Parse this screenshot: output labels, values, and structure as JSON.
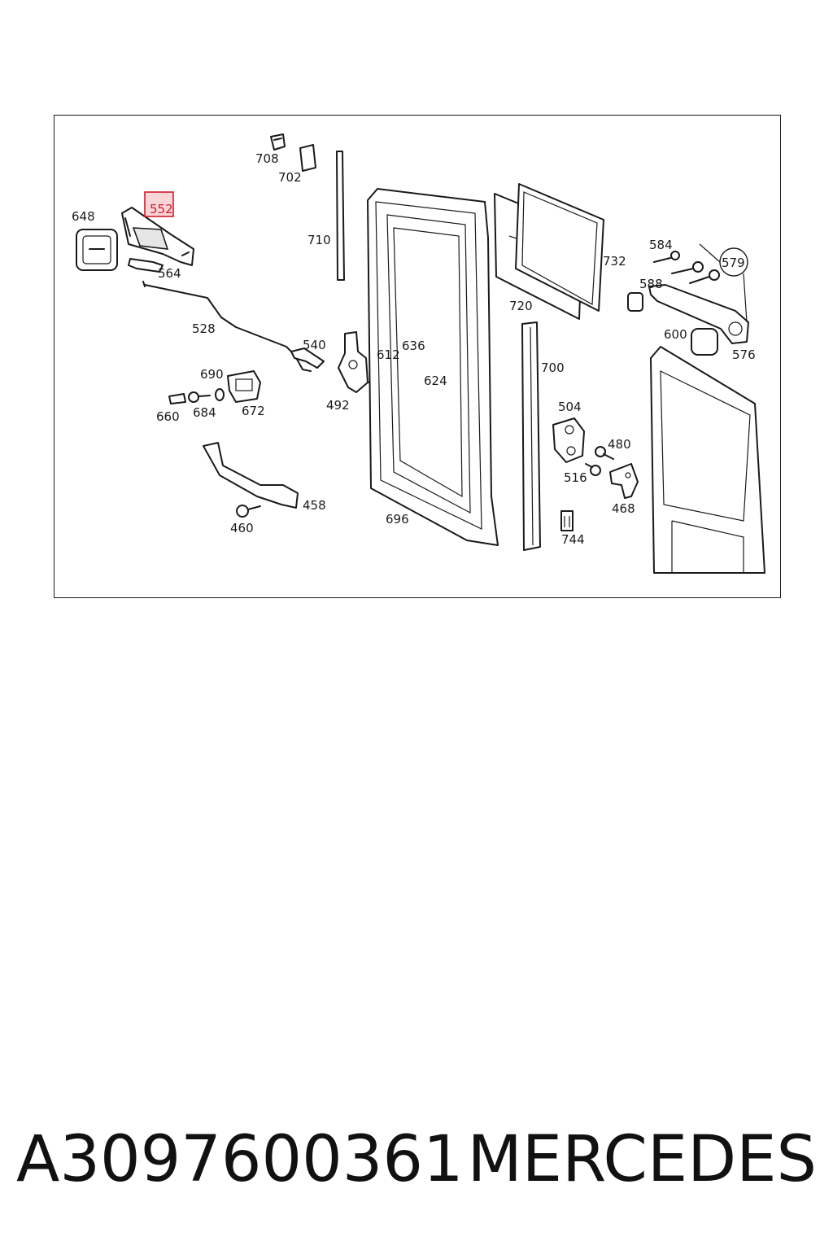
{
  "diagram": {
    "highlighted_part": "552",
    "callout_part": "579",
    "part_labels": {
      "p708": "708",
      "p702": "702",
      "p710": "710",
      "p552": "552",
      "p648": "648",
      "p564": "564",
      "p528": "528",
      "p540": "540",
      "p690": "690",
      "p660": "660",
      "p684": "684",
      "p672": "672",
      "p458": "458",
      "p460": "460",
      "p492": "492",
      "p612": "612",
      "p636": "636",
      "p624": "624",
      "p696": "696",
      "p700": "700",
      "p720": "720",
      "p732": "732",
      "p584": "584",
      "p579": "579",
      "p588": "588",
      "p600": "600",
      "p576": "576",
      "p504": "504",
      "p480": "480",
      "p516": "516",
      "p468": "468",
      "p744": "744"
    }
  },
  "footer": {
    "part_number": "A3097600361",
    "brand": "MERCEDES"
  },
  "colors": {
    "highlight": "#d01c2b",
    "highlight_fill": "#f9d5d8",
    "ink": "#1a1a1a"
  }
}
